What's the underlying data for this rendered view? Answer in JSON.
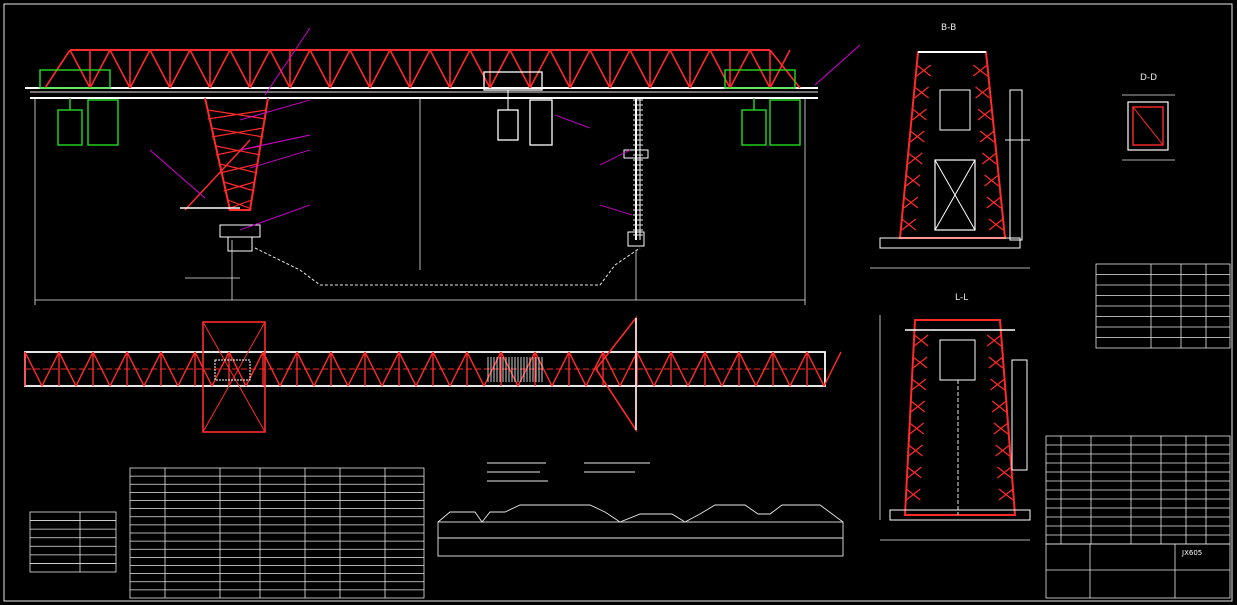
{
  "drawing": {
    "frame_color": "#ffffff",
    "structure_color": "#ff2a2a",
    "equipment_color": "#22dd22",
    "leader_color": "#e000e0",
    "dimension_color": "#e8e8e8"
  },
  "section_labels": {
    "top": "B-B",
    "small": "D-D",
    "bottom": "L-L"
  },
  "title_block": {
    "drawing_no": "JX605"
  }
}
